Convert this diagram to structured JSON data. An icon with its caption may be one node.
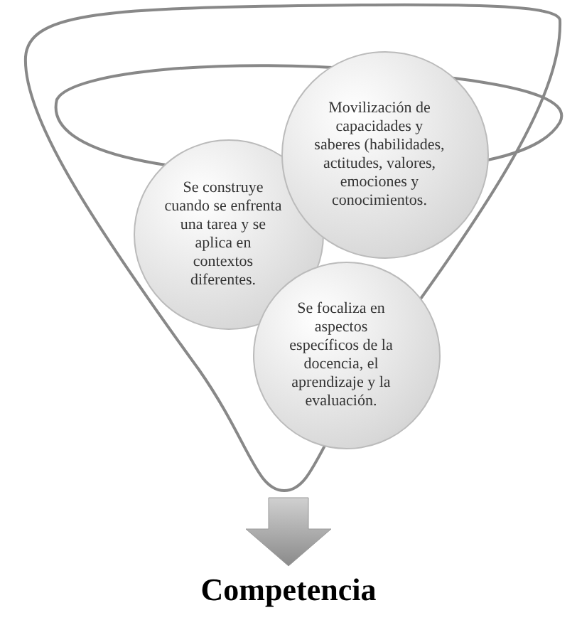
{
  "diagram": {
    "nodes": [
      {
        "text": [],
        "shape": "funnel"
      },
      {
        "text": [
          "Se construye cuando se enfrenta una tarea y se aplica en contextos diferentes."
        ],
        "in": 0
      },
      {
        "text": [
          "Movilización de capacidades y saberes (habilidades, actitudes, valores, emociones y conocimientos."
        ],
        "in": 0
      },
      {
        "text": [
          "Se focaliza en aspectos específicos de la docencia, el aprendizaje y la evaluación."
        ],
        "in": 0
      },
      {
        "text": [
          "Competencia"
        ]
      }
    ],
    "edges": [
      {
        "from": 0,
        "to": 4,
        "arrow": "to"
      }
    ]
  }
}
